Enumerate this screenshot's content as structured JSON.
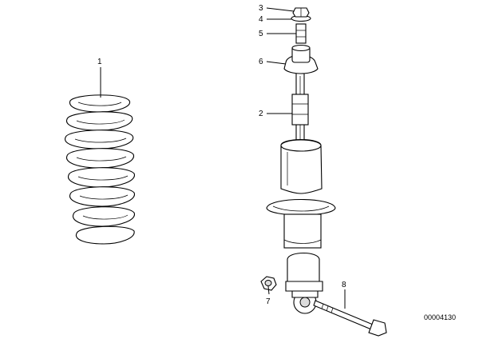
{
  "diagram": {
    "callouts": {
      "c1": "1",
      "c2": "2",
      "c3": "3",
      "c4": "4",
      "c5": "5",
      "c6": "6",
      "c7": "7",
      "c8": "8"
    },
    "document_number": "00004130"
  }
}
